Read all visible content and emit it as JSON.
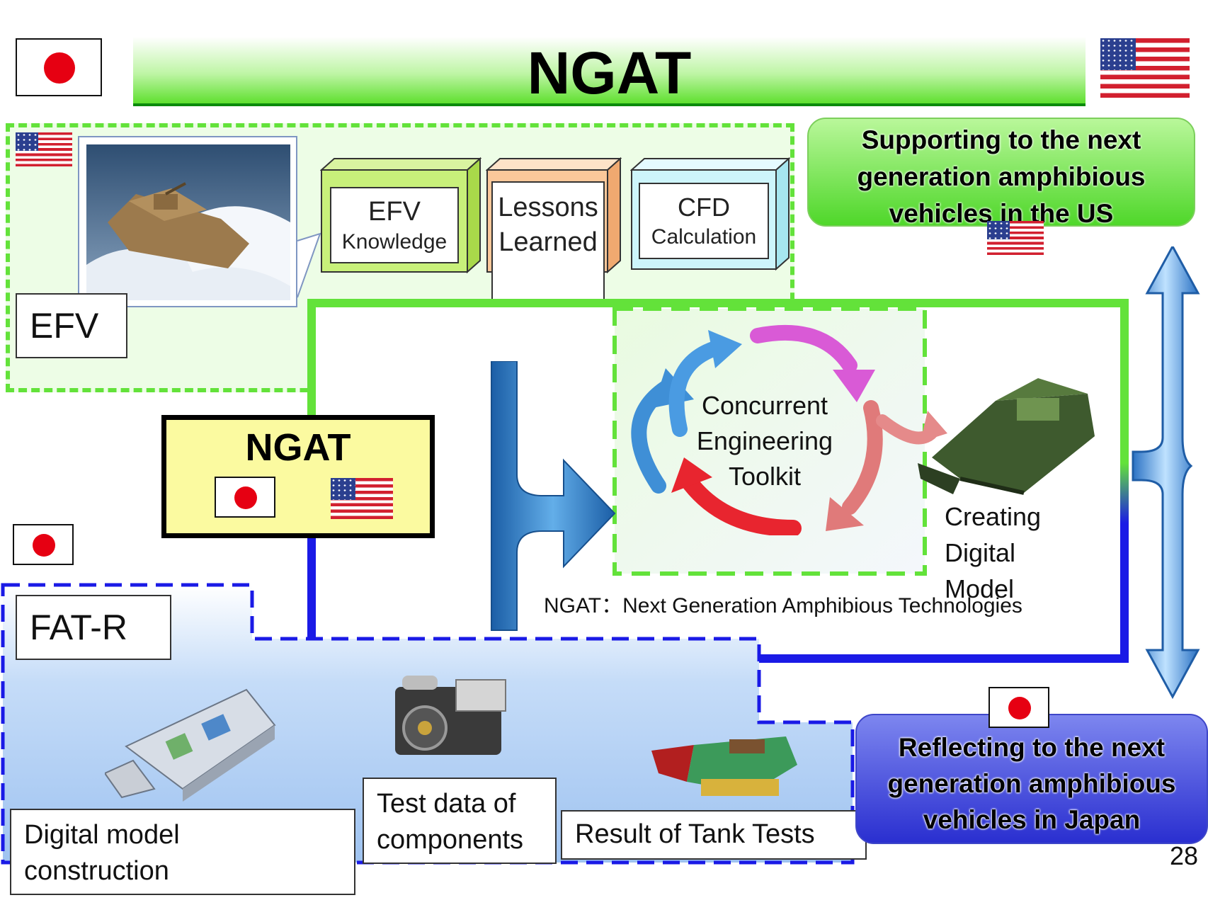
{
  "header": {
    "title": "NGAT"
  },
  "efv": {
    "label": "EFV",
    "knowledge": {
      "title": "EFV",
      "subtitle": "Knowledge"
    },
    "lessons": {
      "title": "Lessons",
      "subtitle": "Learned"
    },
    "cfd": {
      "title": "CFD",
      "subtitle": "Calculation"
    }
  },
  "us_support": {
    "line1": "Supporting to the next",
    "line2": "generation amphibious",
    "line3": "vehicles in the US"
  },
  "ngat_box": {
    "title": "NGAT"
  },
  "toolkit": {
    "line1": "Concurrent",
    "line2": "Engineering",
    "line3": "Toolkit"
  },
  "digital_model": {
    "line1": "Creating",
    "line2": "Digital",
    "line3": "Model"
  },
  "ngat_definition": "NGAT：Next Generation Amphibious Technologies",
  "fatr": {
    "label": "FAT-R",
    "digital_model_construction": {
      "line1": "Digital model",
      "line2": "construction"
    },
    "test_data": {
      "line1": "Test data of",
      "line2": "components"
    },
    "tank_tests": "Result of Tank Tests"
  },
  "japan_reflect": {
    "line1": "Reflecting to the next",
    "line2": "generation amphibious",
    "line3": "vehicles in Japan"
  },
  "page_number": "28",
  "colors": {
    "green": "#63e23a",
    "blue": "#1a1ae6",
    "jp_red": "#e60012",
    "ngat_yellow": "#fbfaa0"
  }
}
